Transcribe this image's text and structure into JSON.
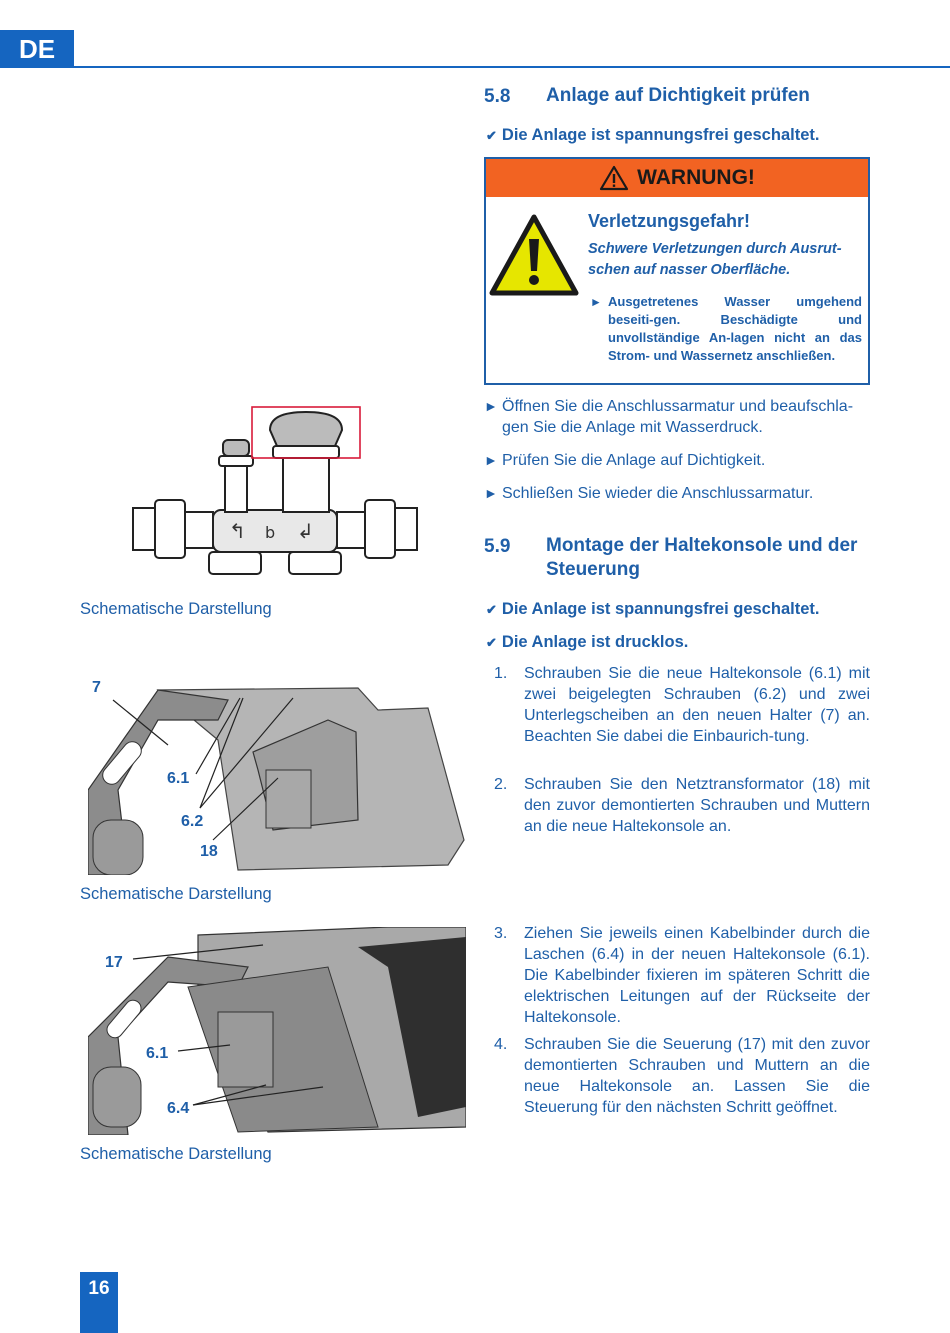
{
  "header": {
    "lang": "DE"
  },
  "section_58": {
    "number": "5.8",
    "title": "Anlage auf Dichtigkeit prüfen",
    "prereq": "Die Anlage ist spannungsfrei geschaltet.",
    "warning": {
      "label": "WARNUNG!",
      "title": "Verletzungsgefahr!",
      "subtitle": "Schwere Verletzungen durch Ausrut-schen auf nasser Oberfläche.",
      "action": "Ausgetretenes Wasser umgehend beseiti-gen. Beschädigte und unvollständige An-lagen nicht an das Strom- und Wassernetz anschließen."
    },
    "steps": [
      "Öffnen Sie die Anschlussarmatur und beaufschla-gen Sie die Anlage mit Wasserdruck.",
      "Prüfen Sie die Anlage auf Dichtigkeit.",
      "Schließen Sie wieder die Anschlussarmatur."
    ]
  },
  "section_59": {
    "number": "5.9",
    "title_line1": "Montage der Haltekonsole und der",
    "title_line2": "Steuerung",
    "prereq1": "Die Anlage ist spannungsfrei geschaltet.",
    "prereq2": "Die Anlage ist drucklos.",
    "steps": [
      {
        "n": "1.",
        "text": "Schrauben Sie die neue Haltekonsole (6.1) mit zwei beigelegten Schrauben (6.2) und zwei Unterlegscheiben an den neuen Halter (7) an. Beachten Sie dabei die Einbaurich-tung."
      },
      {
        "n": "2.",
        "text": "Schrauben Sie den Netztransformator (18) mit den zuvor demontierten Schrauben und Muttern an die neue Haltekonsole an."
      },
      {
        "n": "3.",
        "text": "Ziehen Sie jeweils einen Kabelbinder durch die Laschen (6.4) in der neuen Haltekonsole (6.1). Die Kabelbinder fixieren im späteren Schritt die elektrischen Leitungen auf der Rückseite der Haltekonsole."
      },
      {
        "n": "4.",
        "text": "Schrauben Sie die Seuerung (17) mit den zuvor demontierten Schrauben und Muttern an die neue Haltekonsole an. Lassen Sie die Steuerung für den nächsten Schritt geöffnet."
      }
    ]
  },
  "figures": {
    "caption1": "Schematische Darstellung",
    "caption2": "Schematische Darstellung",
    "caption3": "Schematische Darstellung",
    "fig2_labels": {
      "l7": "7",
      "l61": "6.1",
      "l62": "6.2",
      "l18": "18"
    },
    "fig3_labels": {
      "l17": "17",
      "l61": "6.1",
      "l64": "6.4"
    }
  },
  "footer": {
    "page": "16"
  },
  "colors": {
    "brand_blue": "#1565c0",
    "text_blue": "#1f5fa8",
    "warning_orange": "#f26322",
    "hazard_yellow": "#e6e600"
  }
}
